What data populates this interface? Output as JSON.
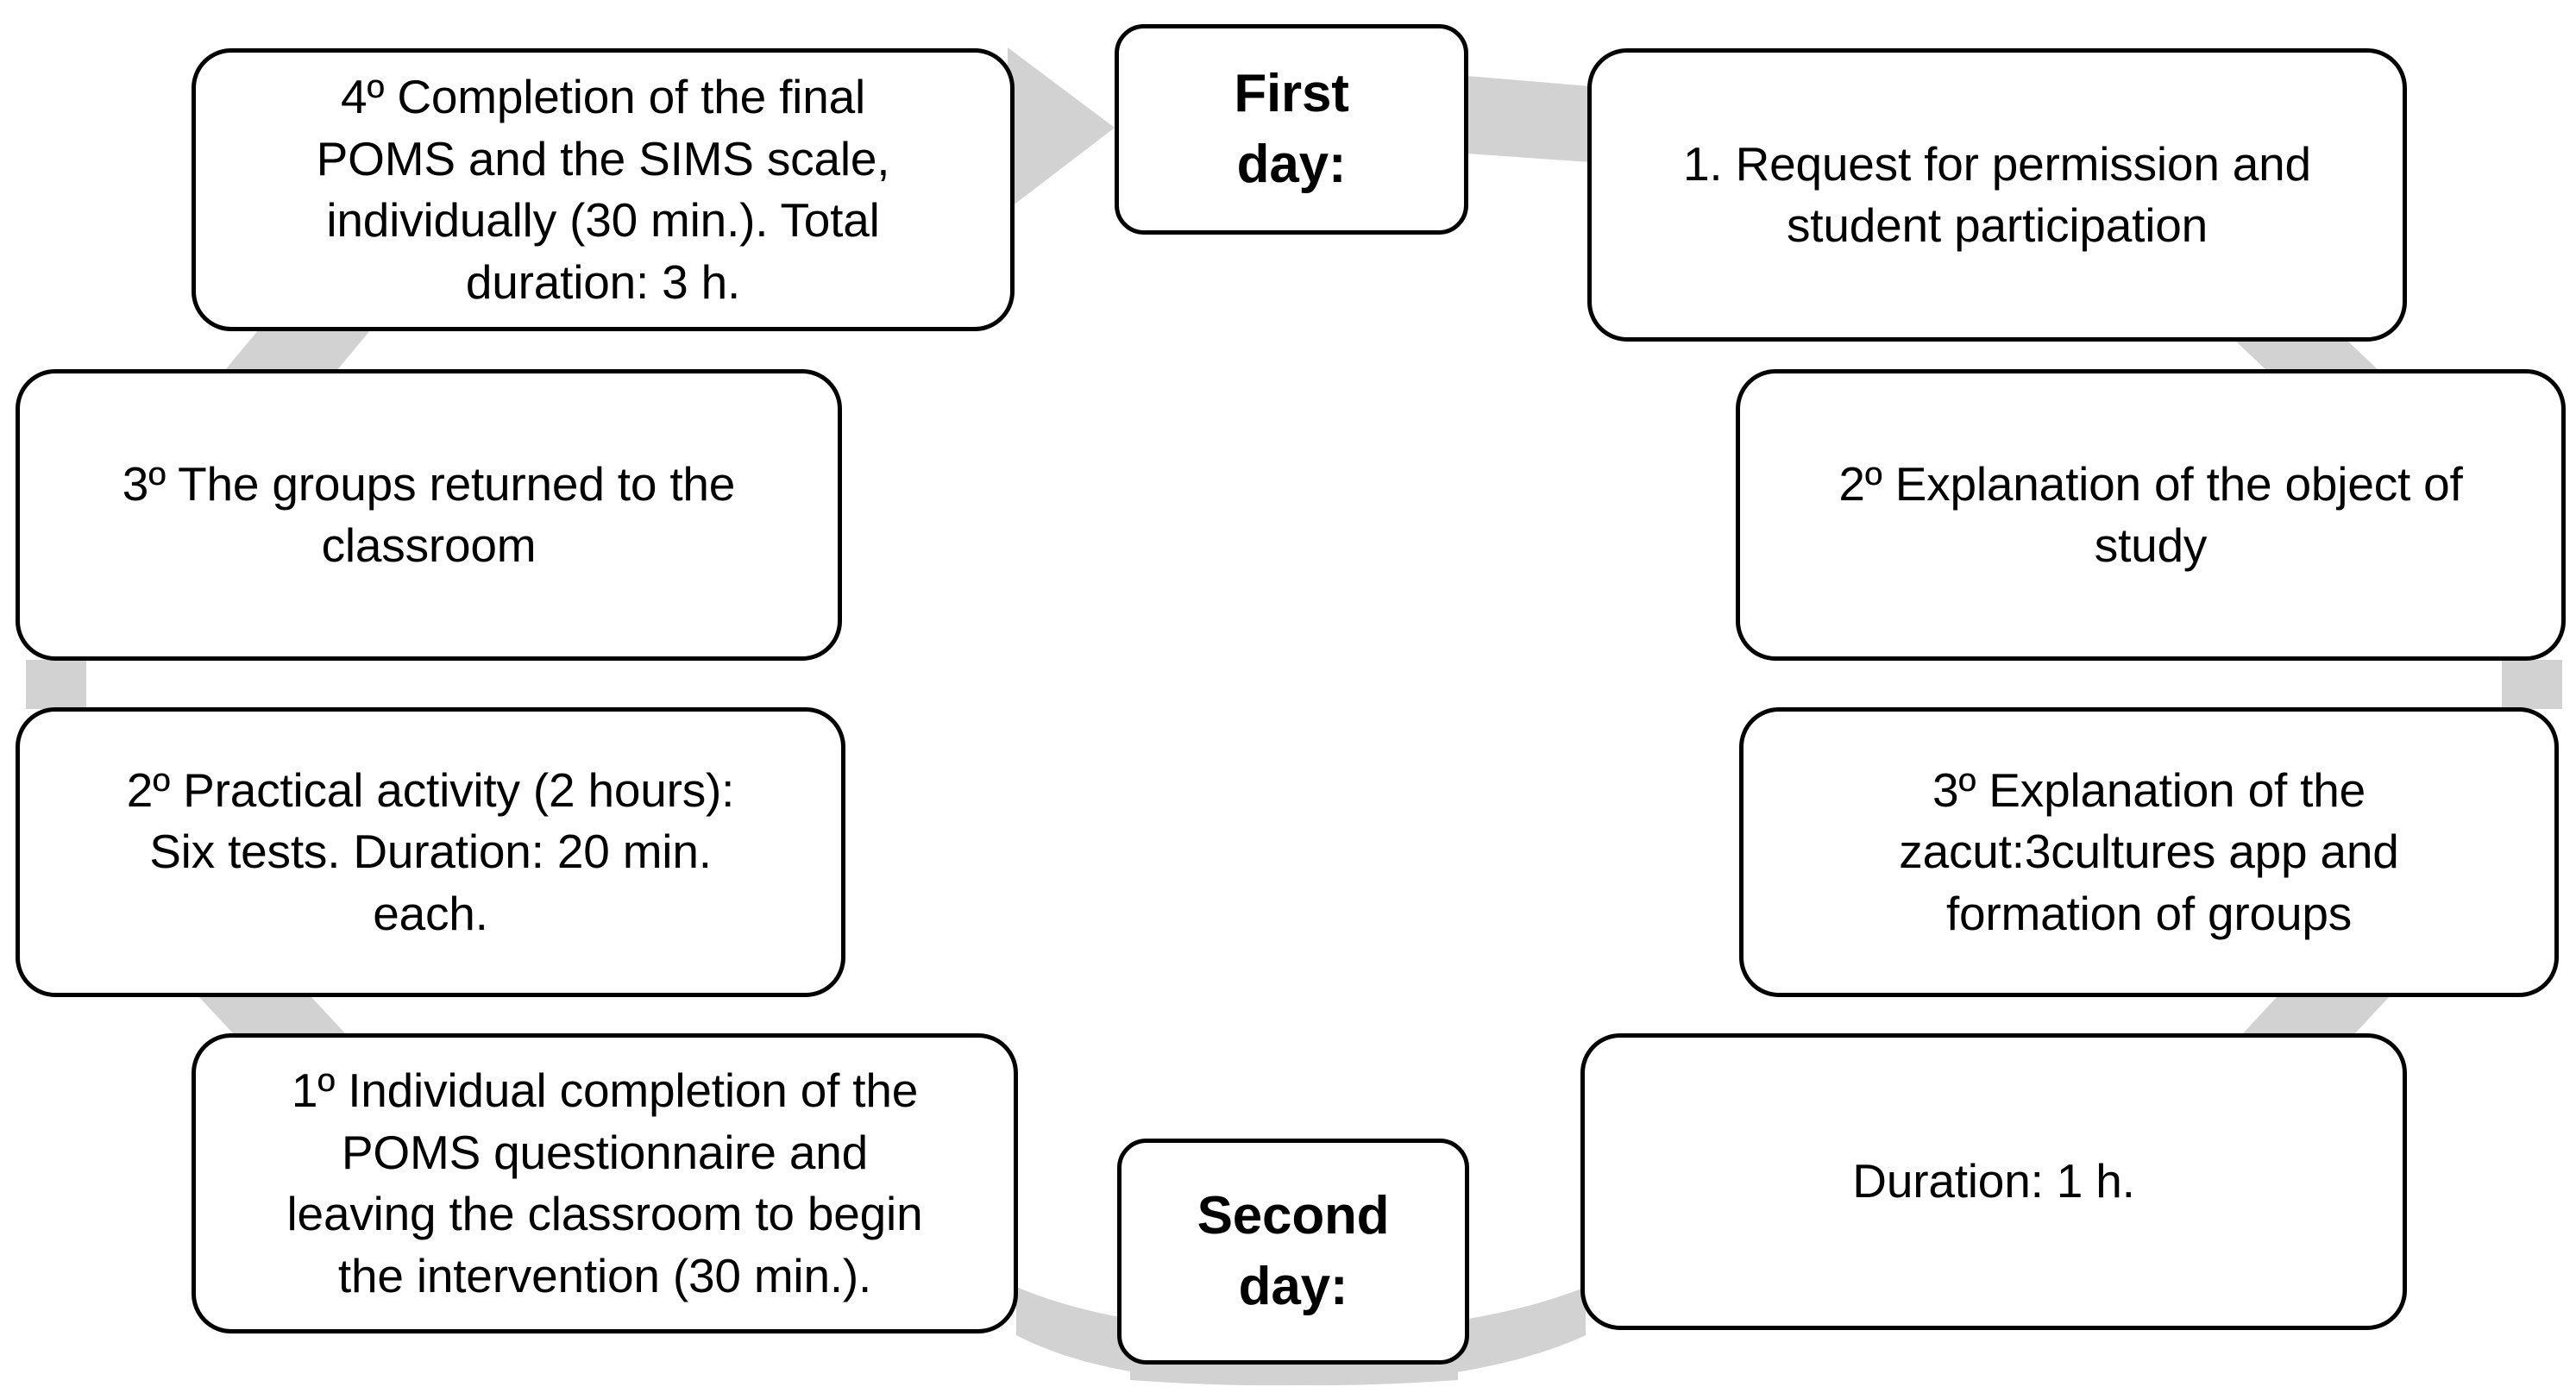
{
  "diagram": {
    "title": "Study procedure cycle diagram",
    "colors": {
      "background": "#ffffff",
      "box_border": "#000000",
      "box_fill": "#ffffff",
      "connector": "#d2d2d2",
      "text": "#000000"
    },
    "hubs": [
      {
        "id": "first-day",
        "label": "First\nday:"
      },
      {
        "id": "second-day",
        "label": "Second\nday:"
      }
    ],
    "steps": [
      {
        "id": "step-4-final-poms",
        "label": "4º Completion of the final\nPOMS and the SIMS scale,\nindividually (30 min.).  Total\nduration: 3 h.",
        "column": "left",
        "order": 1
      },
      {
        "id": "step-3-groups-returned",
        "label": "3º The groups returned to the\nclassroom",
        "column": "left",
        "order": 2
      },
      {
        "id": "step-2-practical-activity",
        "label": "2º Practical activity (2 hours):\nSix tests. Duration: 20 min.\neach.",
        "column": "left",
        "order": 3
      },
      {
        "id": "step-1-individual-poms",
        "label": "1º Individual completion of the\nPOMS questionnaire and\nleaving the classroom to begin\nthe intervention (30 min.).",
        "column": "left",
        "order": 4
      },
      {
        "id": "step-1-request-permission",
        "label": "1. Request for permission and\nstudent participation",
        "column": "right",
        "order": 1
      },
      {
        "id": "step-2-explanation-object",
        "label": "2º Explanation of the object of\nstudy",
        "column": "right",
        "order": 2
      },
      {
        "id": "step-3-explanation-app",
        "label": "3º Explanation of the\nzacut:3cultures app and\nformation of groups",
        "column": "right",
        "order": 3
      },
      {
        "id": "step-duration-1h",
        "label": "Duration: 1 h.",
        "column": "right",
        "order": 4
      }
    ]
  }
}
